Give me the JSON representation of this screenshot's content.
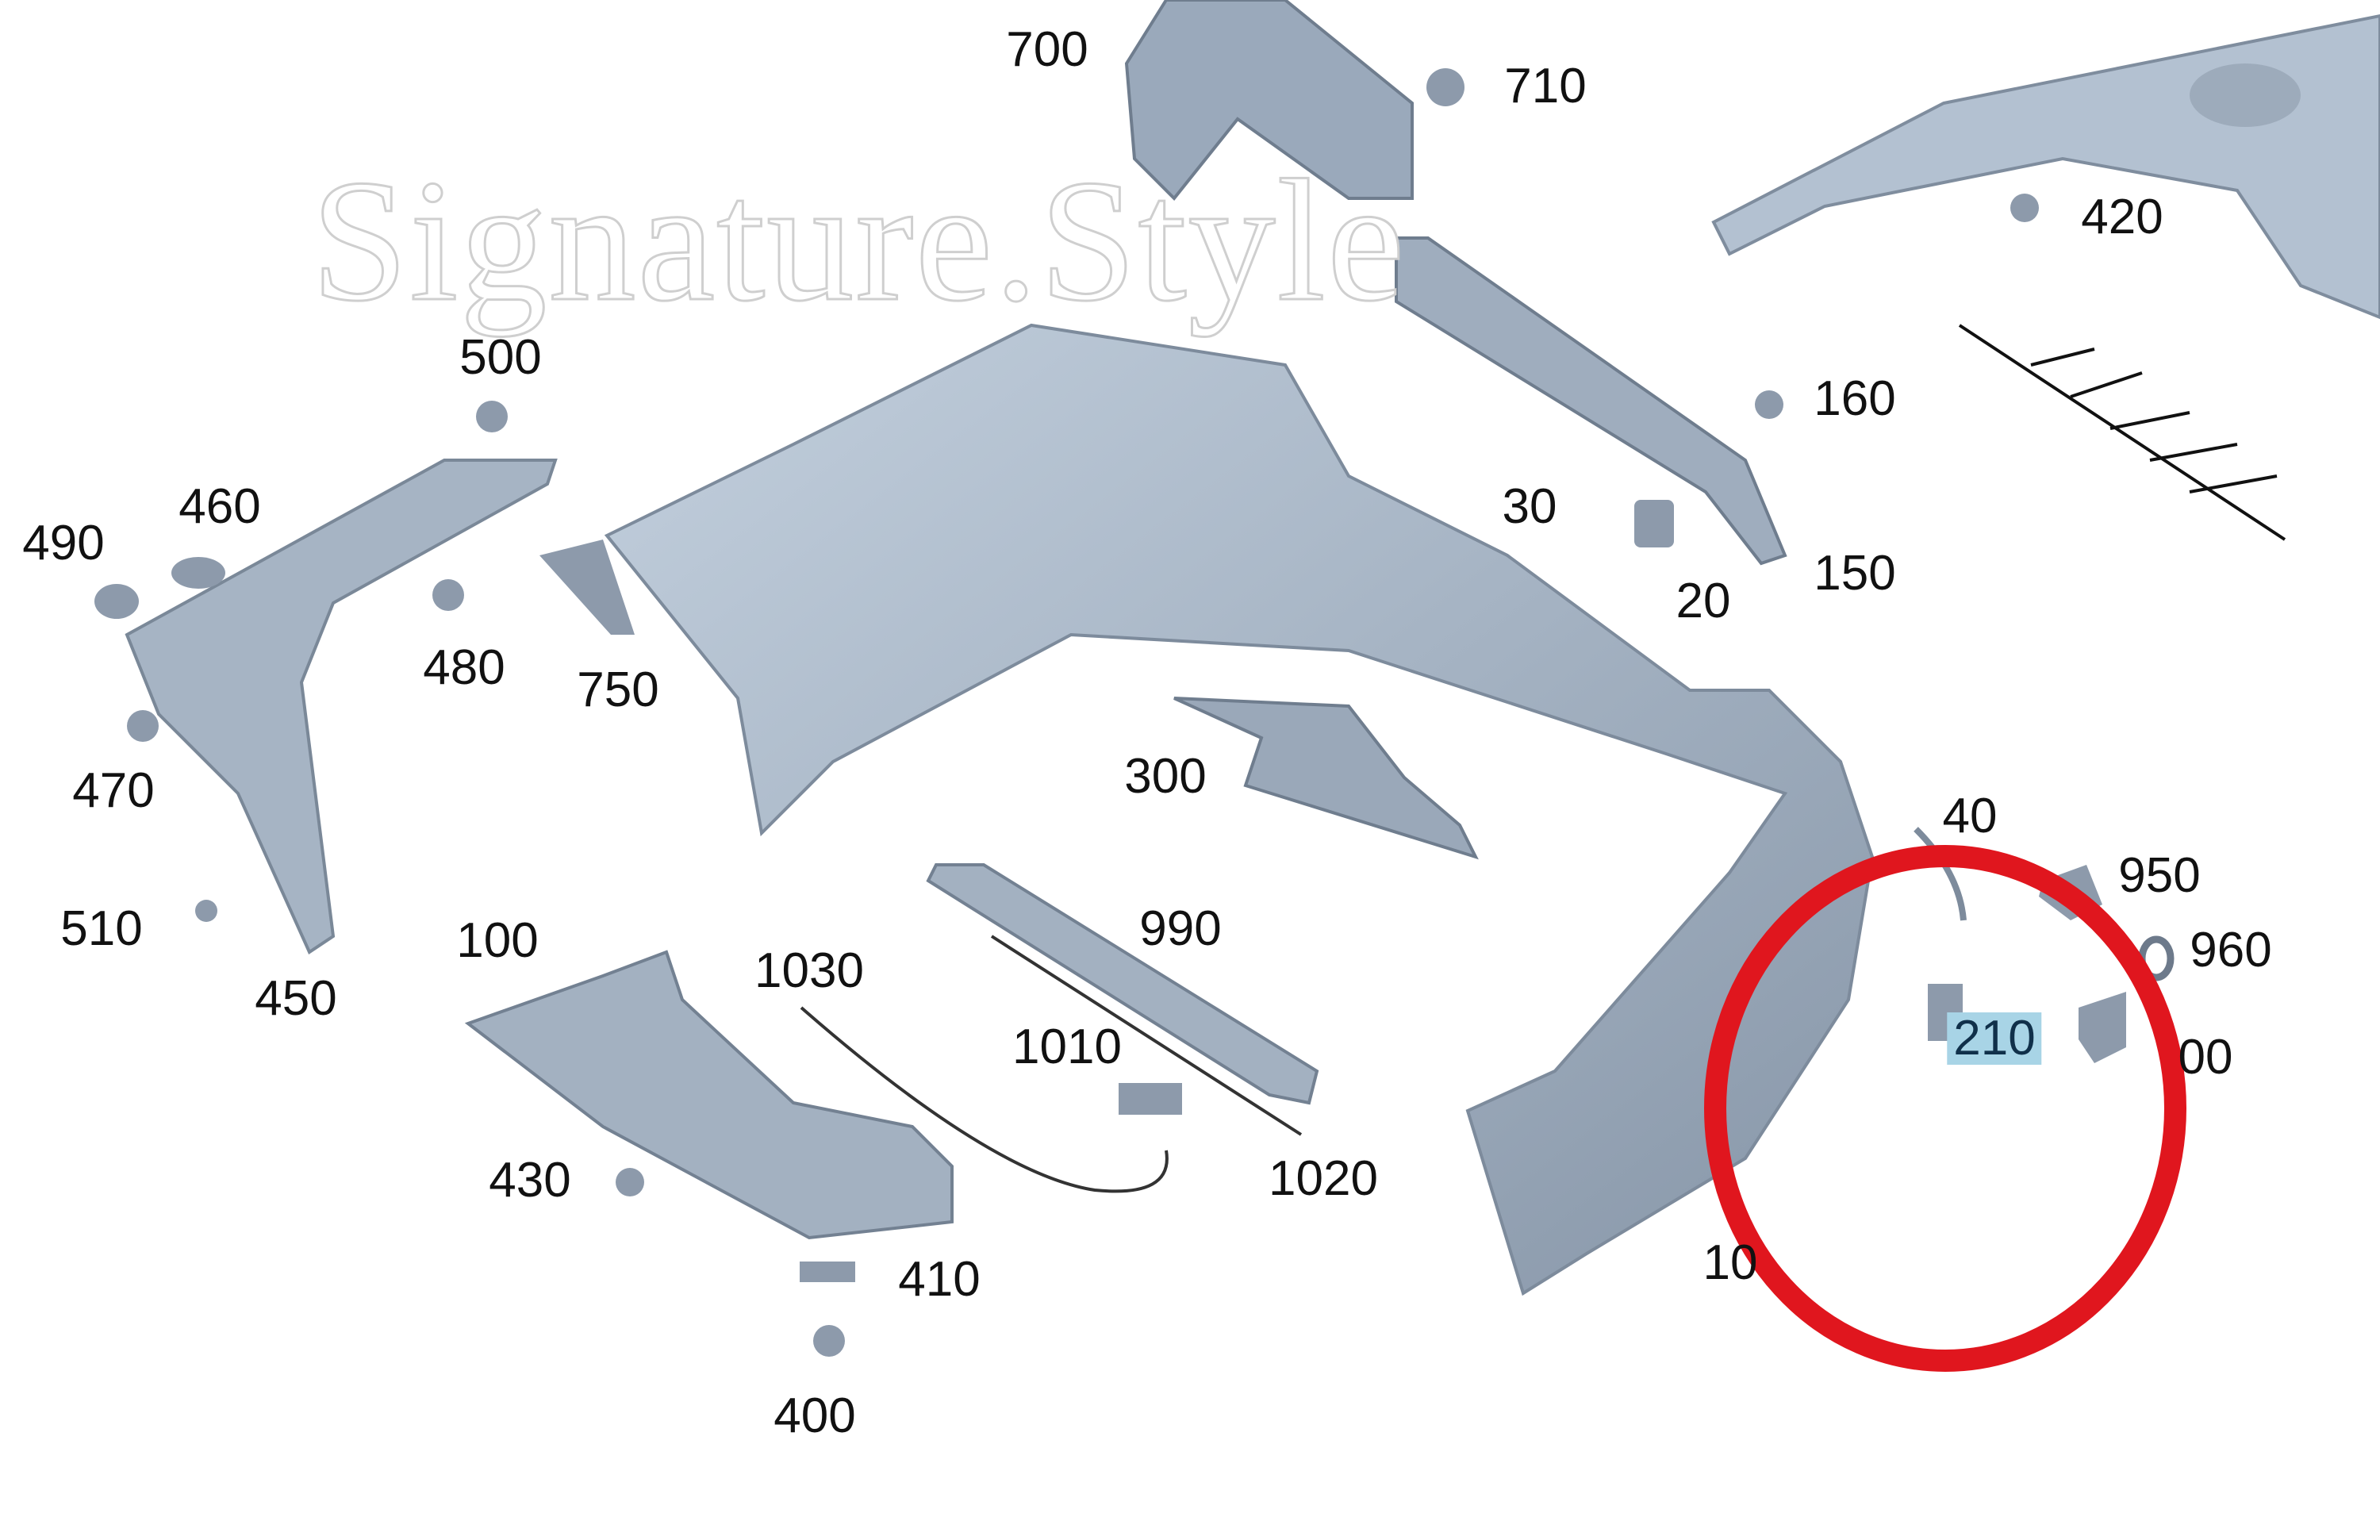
{
  "watermark": "Signature.Style",
  "highlight_color": "#a8d4e6",
  "circle_color": "#e0161e",
  "part_color": "#a9b8c9",
  "labels": {
    "p700": "700",
    "p710": "710",
    "p420": "420",
    "p500": "500",
    "p160": "160",
    "p490": "490",
    "p460": "460",
    "p30": "30",
    "p20": "20",
    "p150": "150",
    "p480": "480",
    "p750": "750",
    "p470": "470",
    "p300": "300",
    "p40": "40",
    "p950": "950",
    "p960": "960",
    "p510": "510",
    "p990": "990",
    "p100": "100",
    "p1030": "1030",
    "p450": "450",
    "p1010": "1010",
    "p210": "210",
    "p_partial_00": "00",
    "p430": "430",
    "p1020": "1020",
    "p410": "410",
    "p_partial_10": "10",
    "p400": "400"
  }
}
